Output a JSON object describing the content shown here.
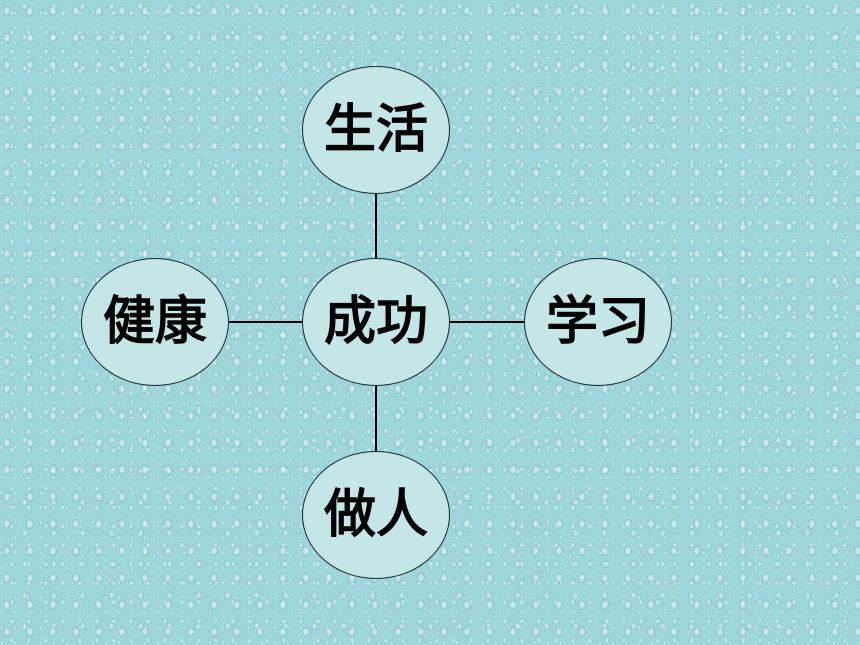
{
  "diagram": {
    "center": {
      "label": "成功"
    },
    "top": {
      "label": "生活"
    },
    "left": {
      "label": "健康"
    },
    "right": {
      "label": "学习"
    },
    "bottom": {
      "label": "做人"
    }
  },
  "colors": {
    "background": "#9fd6dc",
    "node_fill": "#c4e6e6",
    "node_border": "#1a2a2a",
    "line": "#000000"
  }
}
